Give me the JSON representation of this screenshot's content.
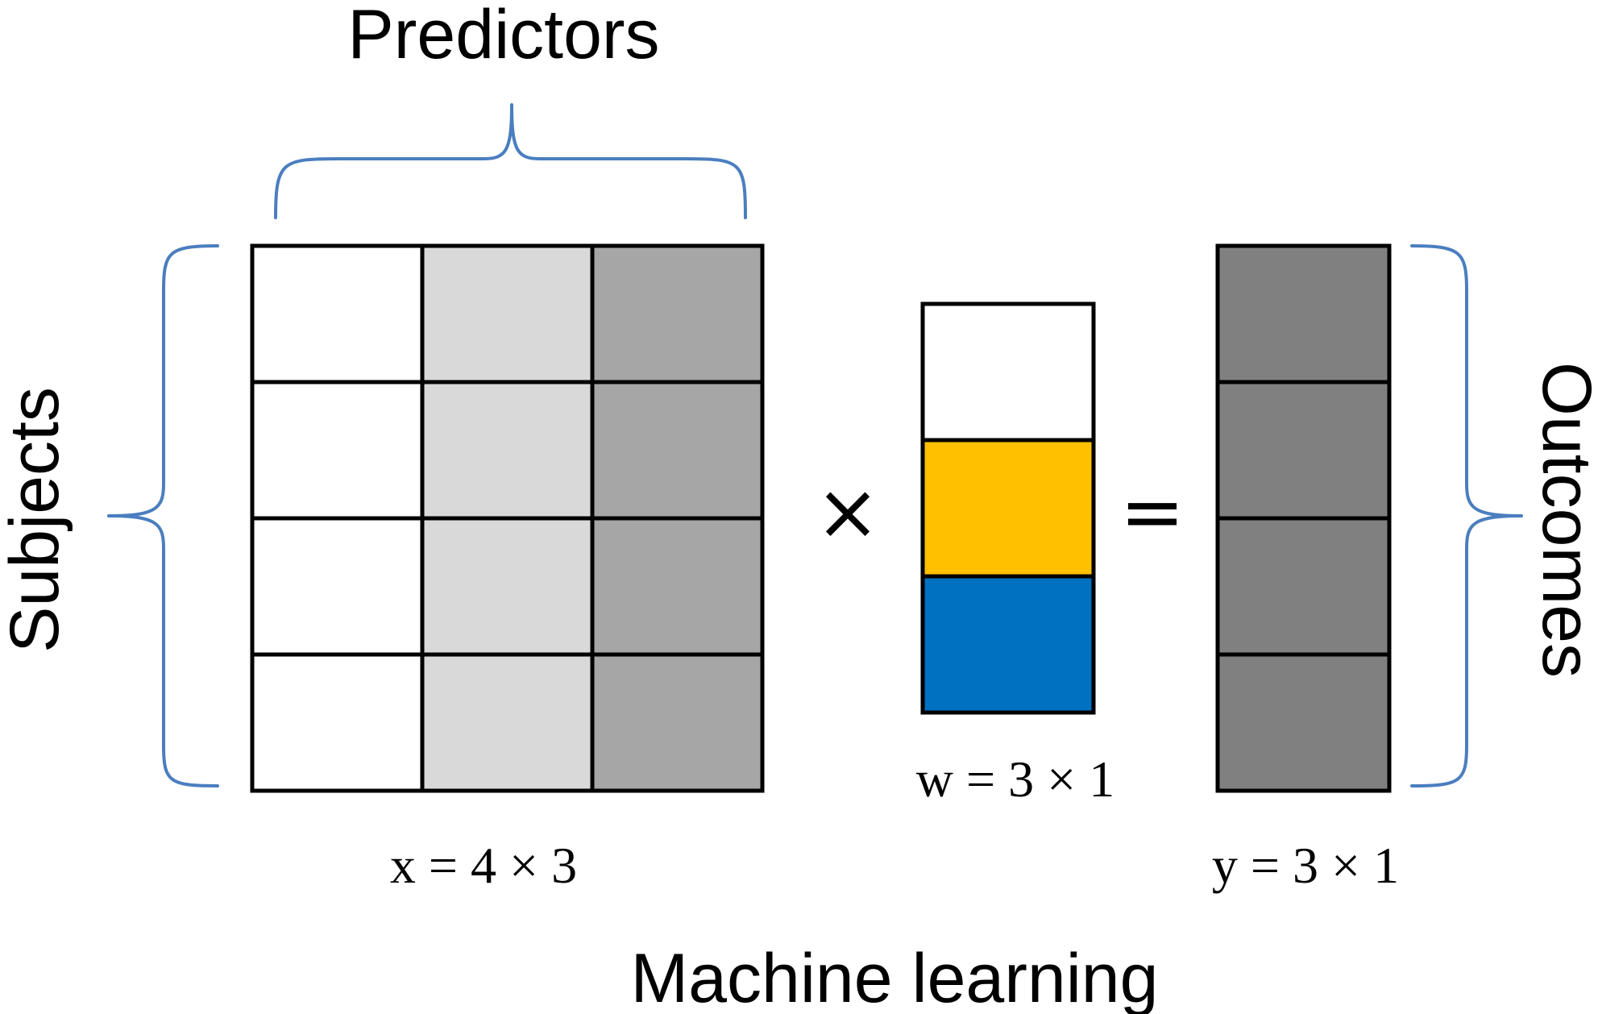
{
  "labels": {
    "predictors": "Predictors",
    "subjects": "Subjects",
    "outcomes": "Outcomes",
    "x_dim": "x = 4 × 3",
    "w_dim": "w = 3 × 1",
    "y_dim": "y = 3 × 1",
    "caption": "Machine learning",
    "times": "×",
    "equals": "="
  },
  "colors": {
    "brace": "#4a7ebf",
    "x_columns": [
      "#ffffff",
      "#d9d9d9",
      "#a6a6a6"
    ],
    "w_cells": [
      "#ffffff",
      "#ffc000",
      "#0070c0"
    ],
    "y_cells": "#808080"
  },
  "matrices": {
    "x": {
      "rows": 4,
      "cols": 3
    },
    "w": {
      "rows": 3,
      "cols": 1
    },
    "y": {
      "rows": 4,
      "cols": 1
    }
  }
}
